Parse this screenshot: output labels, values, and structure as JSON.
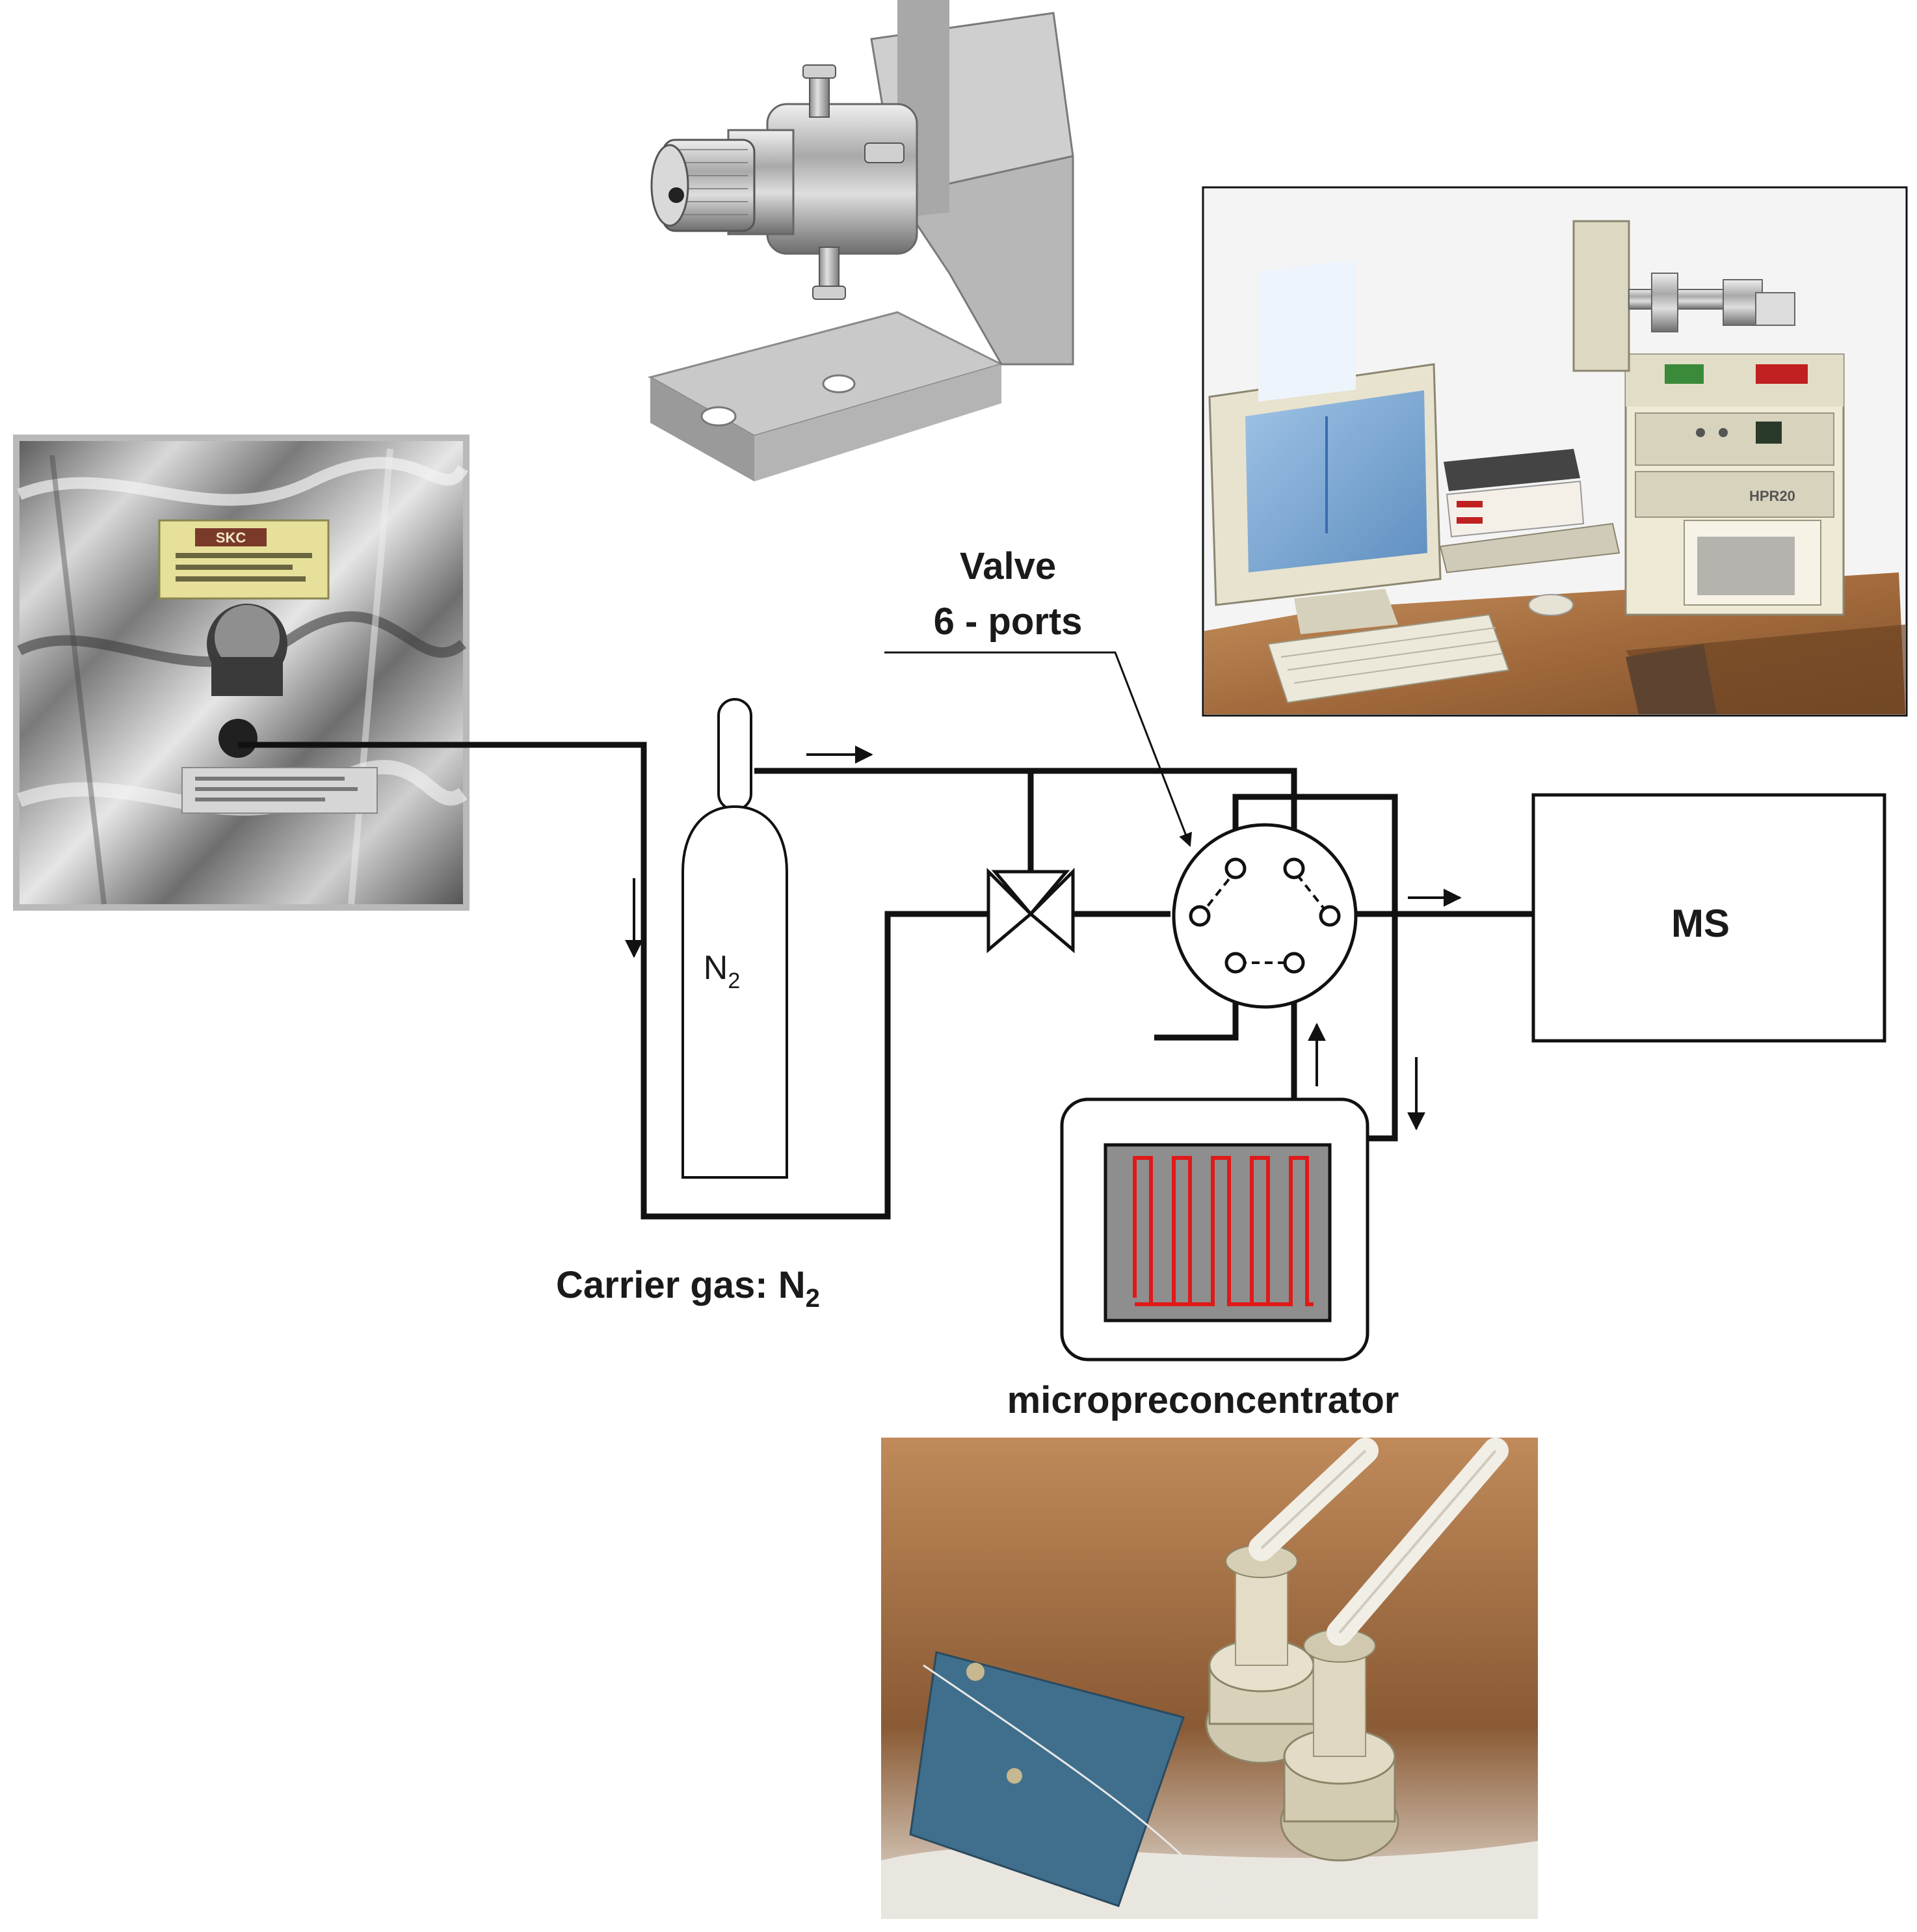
{
  "labels": {
    "valve_title": "Valve",
    "valve_subtitle": "6 - ports",
    "ms": "MS",
    "n2_base": "N",
    "n2_sub": "2",
    "carrier_text": "Carrier gas: N",
    "carrier_sub": "2",
    "micropre": "micropreconcentrator"
  },
  "photos": {
    "tedlar_bag": {
      "label_brand": "SKC"
    },
    "ms_instrument": {
      "label_model": "HPR20"
    }
  },
  "colors": {
    "line": "#111111",
    "heater_trace": "#e01919",
    "chip_gray": "#8e8e8e",
    "board_blue": "#3f6f8c",
    "table_wood": "#b07a4c"
  }
}
